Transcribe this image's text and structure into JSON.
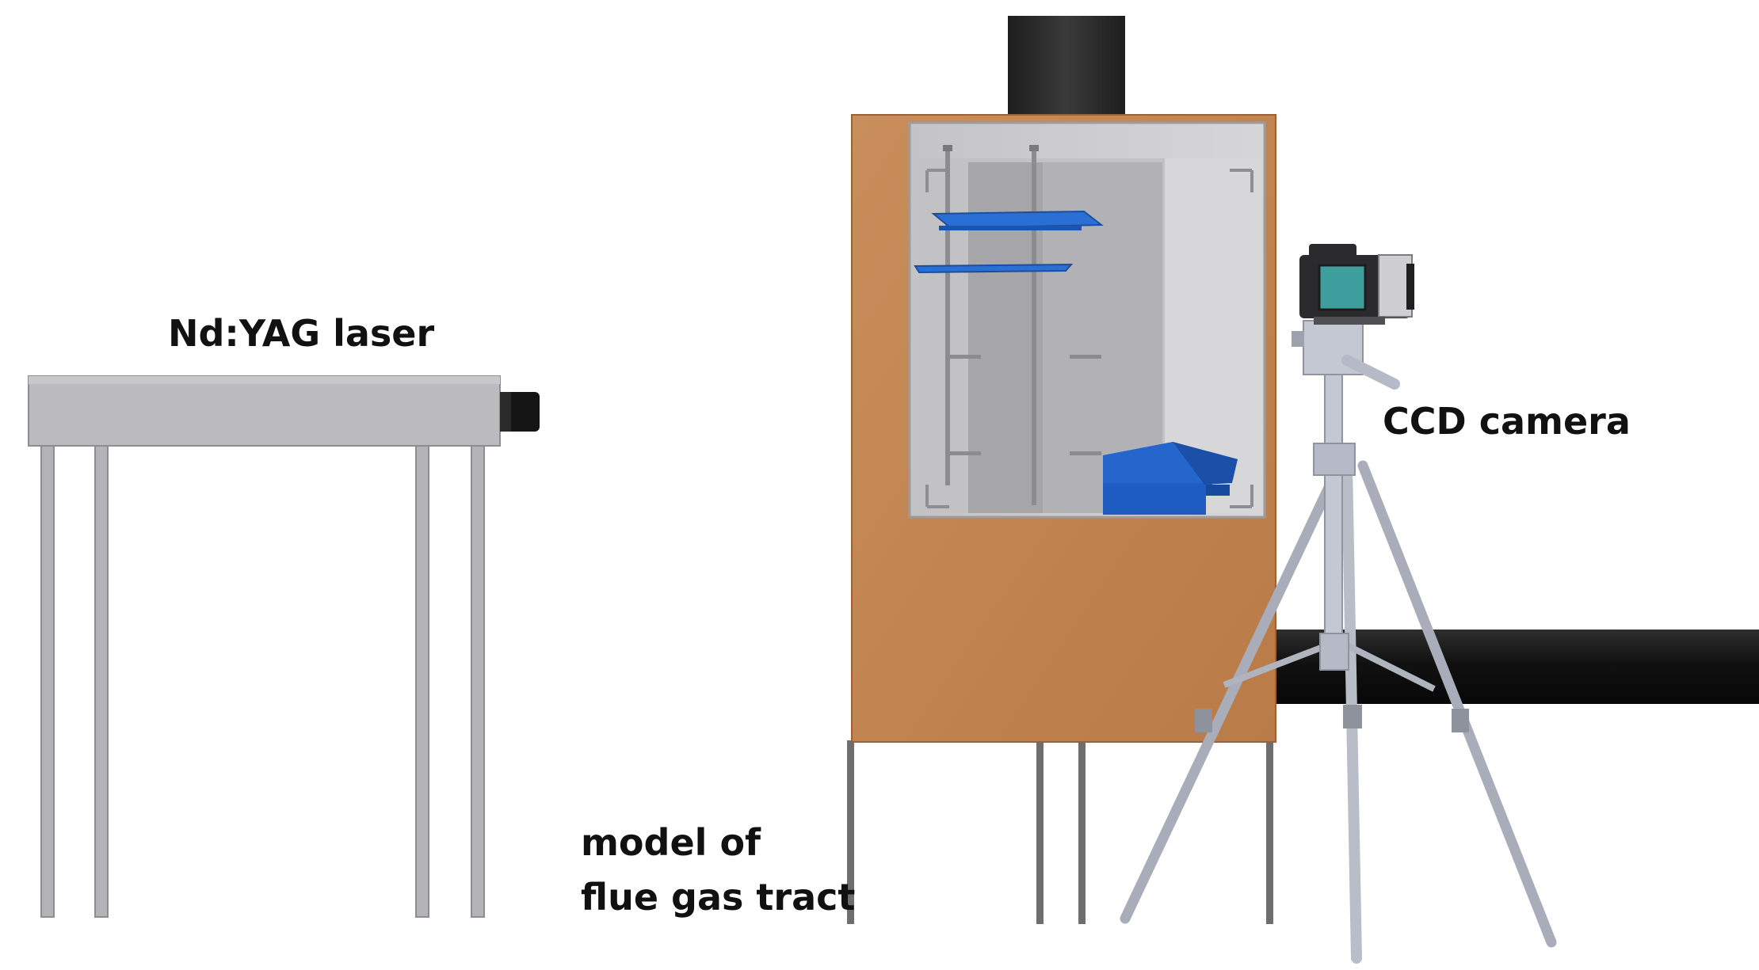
{
  "labels": {
    "laser": "Nd:YAG laser",
    "camera": "CCD camera",
    "model_line1": "model of",
    "model_line2": "flue gas tract"
  },
  "colors": {
    "background": "#ffffff",
    "table": "#b9b9bc",
    "table_edge": "#8e8e92",
    "laser_head": "#151515",
    "wood": "#c28653",
    "wood_dark": "#a86d3e",
    "window": "#c9c9cc",
    "inner_panel": "#a8a8ac",
    "blue_parts": "#2266cc",
    "chimney": "#2a2a2a",
    "duct": "#141414",
    "tripod": "#b6bac6",
    "camera_body": "#2a2a2a",
    "camera_screen": "#3e9e9e"
  }
}
